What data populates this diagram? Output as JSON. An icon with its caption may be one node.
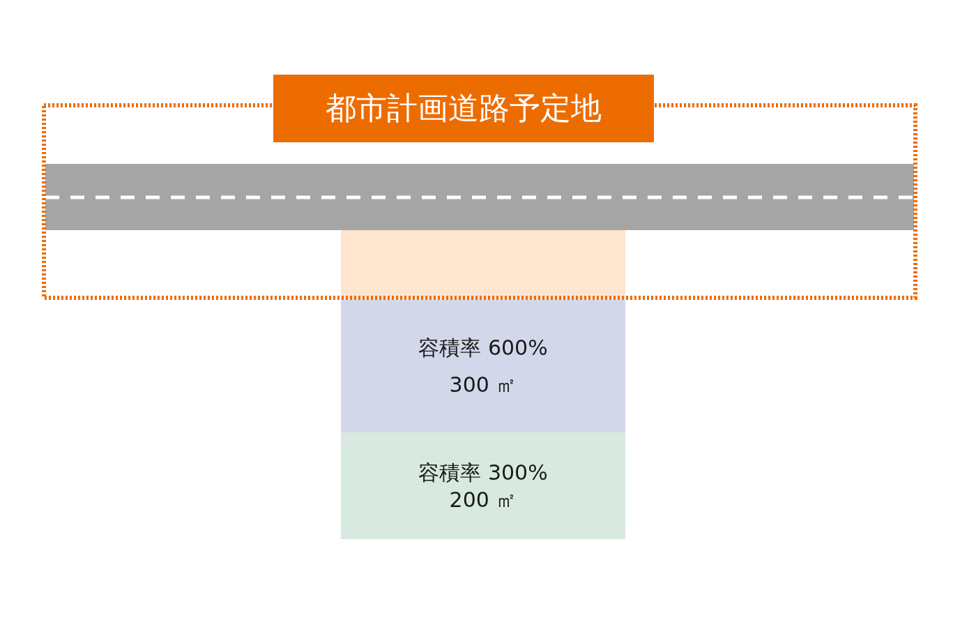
{
  "diagram": {
    "nodes": [
      {
        "text": [
          "都市計画道路予定地"
        ]
      },
      {
        "text": [],
        "shape": "box",
        "in": 0
      },
      {
        "text": [
          "容積率 600%",
          "300 ㎡"
        ]
      },
      {
        "text": [
          "容積率 300%",
          "200 ㎡"
        ]
      }
    ]
  }
}
